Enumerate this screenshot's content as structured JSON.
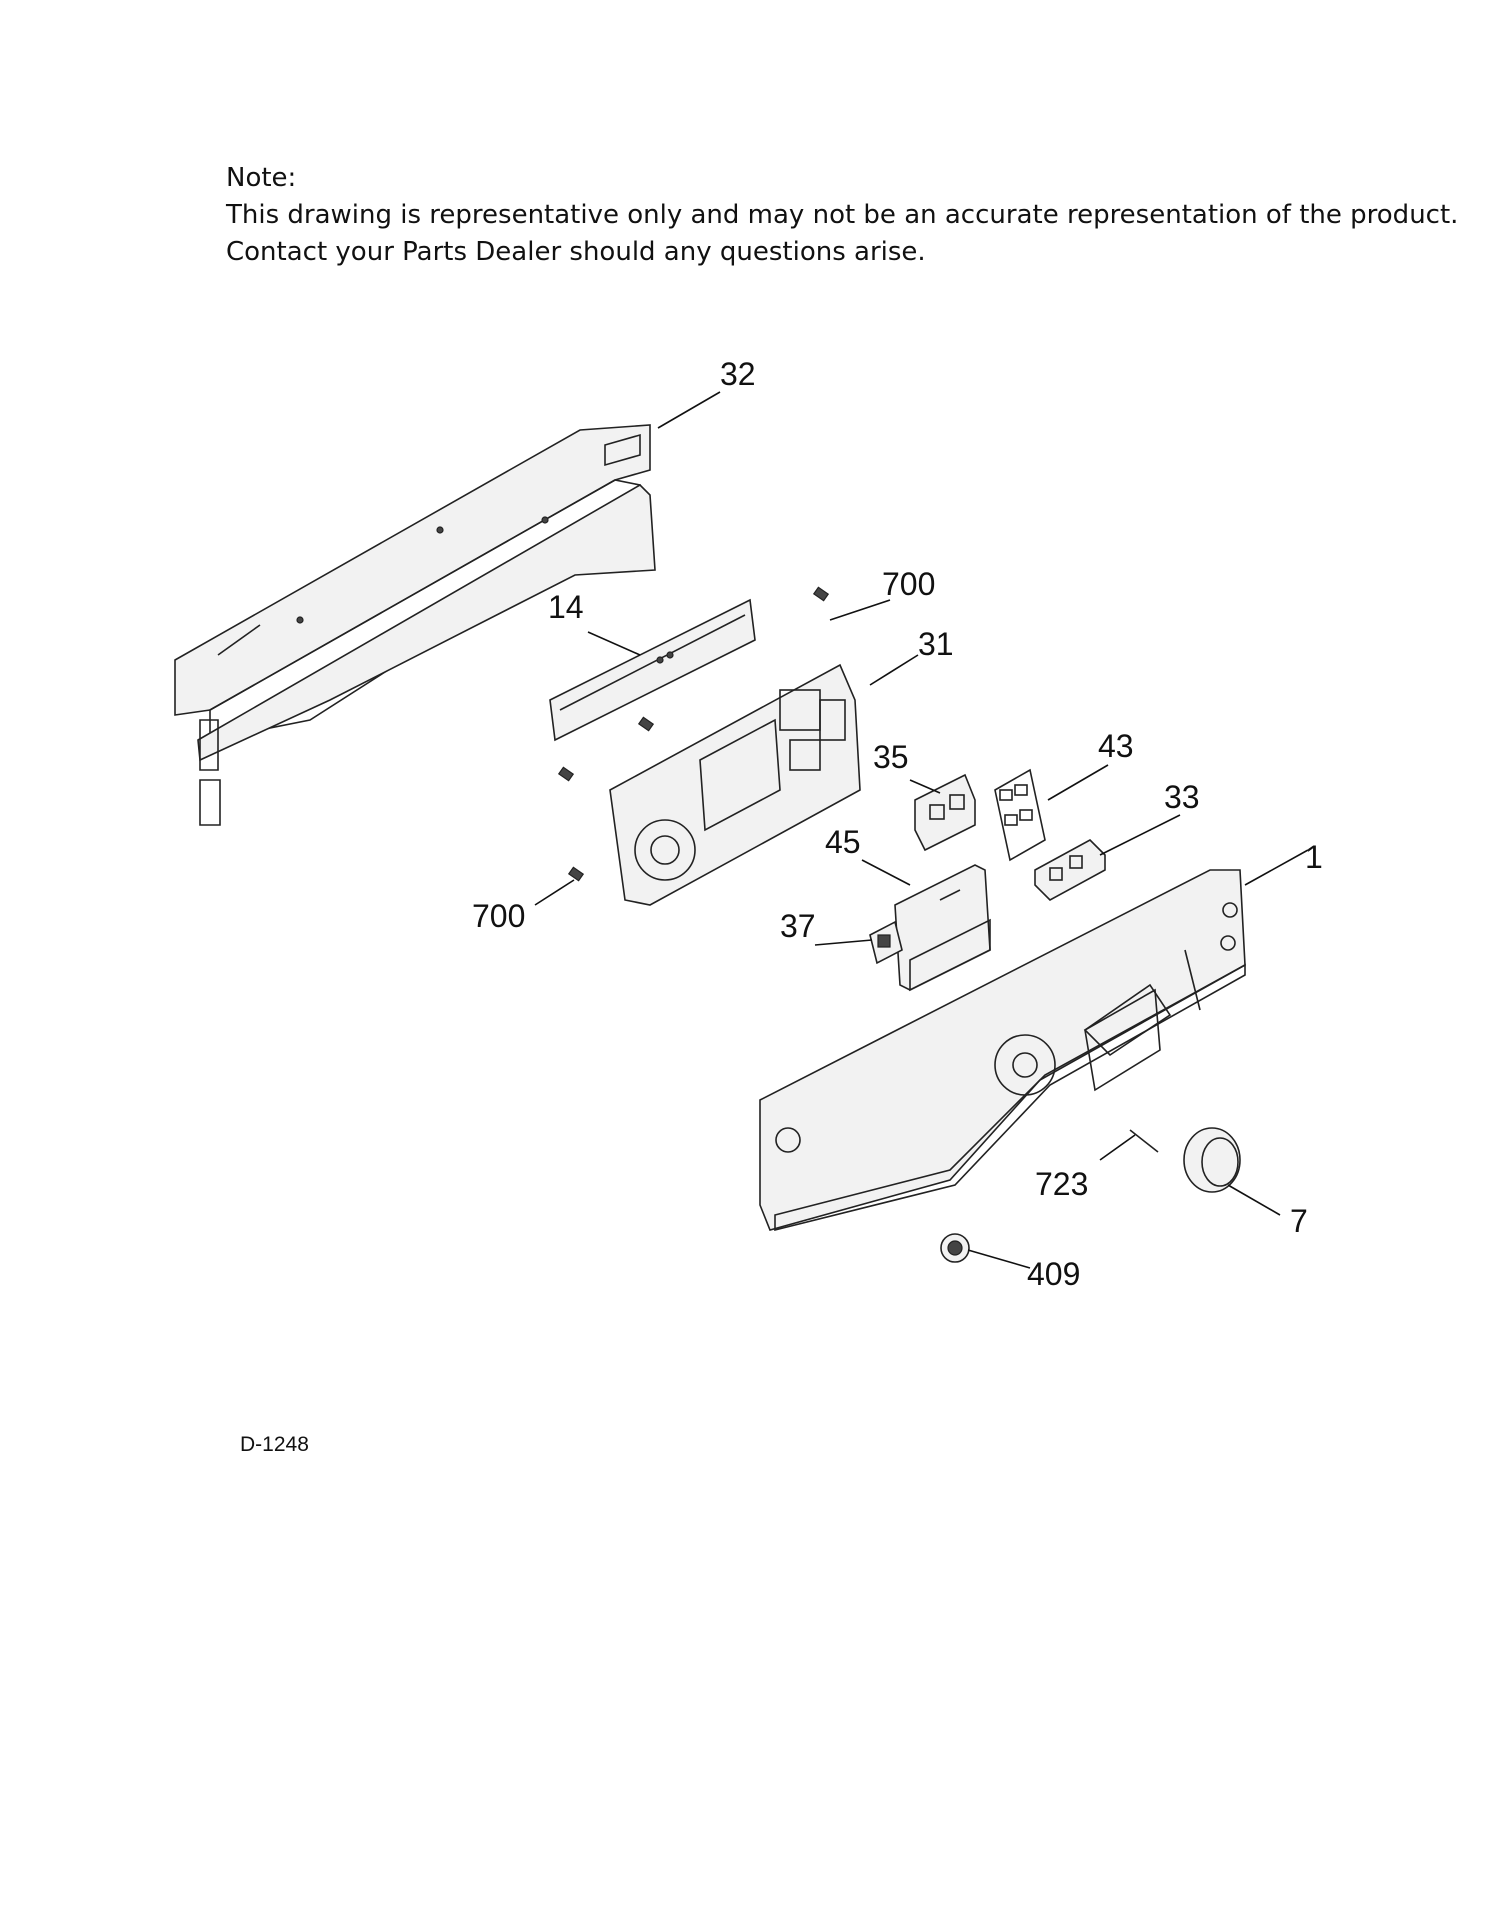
{
  "note": {
    "heading": "Note:",
    "line1": "This drawing is representative only and may not be an accurate representation of the product.",
    "line2": "Contact your Parts Dealer should any questions arise."
  },
  "callouts": {
    "c32": "32",
    "c700_top": "700",
    "c14": "14",
    "c31": "31",
    "c35": "35",
    "c43": "43",
    "c33": "33",
    "c1": "1",
    "c45": "45",
    "c700_left": "700",
    "c37": "37",
    "c723": "723",
    "c7": "7",
    "c409": "409"
  },
  "drawing_id": "D-1248"
}
